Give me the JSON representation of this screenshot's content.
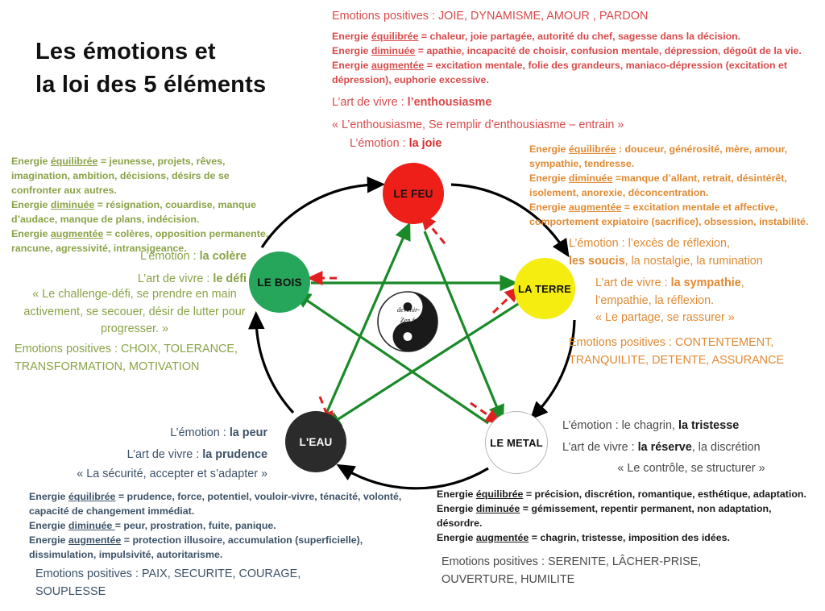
{
  "title": {
    "line1": "Les émotions et",
    "line2": "la loi des  5 éléments"
  },
  "logo": {
    "name": "yin-yang",
    "line1": "devenir-",
    "line2": "Zen.fr"
  },
  "colors": {
    "fire": "#ee1f19",
    "earth": "#f5ec10",
    "wood": "#26a65b",
    "water": "#2b2b2b",
    "metal": "#ffffff",
    "fire_text": "#d94a4a",
    "wood_text": "#8aa347",
    "earth_text": "#e08a33",
    "water_text": "#3c5268",
    "metal_text": "#4a4a4a",
    "generating_cycle": "#000000",
    "controlling_cycle_green": "#1a8a28",
    "controlling_cycle_red": "#e02020"
  },
  "nodes": {
    "fire": "LE FEU",
    "earth": "LA TERRE",
    "wood": "LE BOIS",
    "water": "L'EAU",
    "metal": "LE METAL"
  },
  "fire": {
    "emotion_prefix": "L’émotion : ",
    "emotion": "la joie",
    "positives": "Emotions positives : JOIE, DYNAMISME, AMOUR , PARDON",
    "energy": [
      {
        "label": "Energie ",
        "key": "équilibrée",
        "text": " = chaleur, joie partagée, autorité du chef, sagesse dans la décision."
      },
      {
        "label": "Energie ",
        "key": "diminuée",
        "text": " = apathie, incapacité de choisir, confusion mentale, dépression, dégoût de la vie."
      },
      {
        "label": "Energie ",
        "key": "augmentée",
        "text": " = excitation mentale, folie des grandeurs, maniaco-dépression (excitation et dépression), euphorie excessive."
      }
    ],
    "art_prefix": "L’art de vivre : ",
    "art": "l’enthousiasme",
    "quote": "« L’enthousiasme, Se remplir d’enthousiasme – entrain »"
  },
  "wood": {
    "energy": [
      {
        "label": "Energie ",
        "key": "équilibrée",
        "text": " = jeunesse, projets, rêves, imagination, ambition, décisions, désirs de se confronter aux autres."
      },
      {
        "label": "Energie ",
        "key": "diminuée",
        "text": " = résignation, couardise, manque d’audace, manque de plans, indécision."
      },
      {
        "label": "Energie ",
        "key": "augmentée",
        "text": " = colères, opposition permanente, rancune, agressivité, intransigeance."
      }
    ],
    "emotion_prefix": "L’émotion : ",
    "emotion": "la colère",
    "art_prefix": "L’art de vivre : ",
    "art": "le défi",
    "quote": "« Le challenge-défi, se prendre en main activement, se secouer, désir de lutter pour progresser. »",
    "positives_line1": "Emotions positives : CHOIX, TOLERANCE,",
    "positives_line2": "TRANSFORMATION, MOTIVATION"
  },
  "earth": {
    "energy": [
      {
        "label": "Energie ",
        "key": "équilibrée",
        "text": " : douceur, générosité, mère, amour, sympathie, tendresse."
      },
      {
        "label": "Energie ",
        "key": "diminuée",
        "text": " =manque d’allant, retrait, désintérêt, isolement, anorexie, déconcentration."
      },
      {
        "label": "Energie ",
        "key": "augmentée",
        "text": " = excitation mentale et affective, comportement expiatoire (sacrifice), obsession, instabilité."
      }
    ],
    "emotion_line1": "L’émotion : l’excès de réflexion,",
    "emotion_bold": "les soucis",
    "emotion_rest": ", la nostalgie, la rumination",
    "art_prefix": "L’art de vivre : ",
    "art": "la sympathie",
    "art_rest": ",",
    "art_line2": "l’empathie, la réflexion.",
    "quote": "« Le partage, se rassurer »",
    "positives_line1": "Emotions positives : CONTENTEMENT,",
    "positives_line2": "TRANQUILITE, DETENTE, ASSURANCE"
  },
  "water": {
    "emotion_prefix": "L’émotion : ",
    "emotion": "la peur",
    "art_prefix": "L’art de vivre : ",
    "art": "la prudence",
    "quote": "« La sécurité, accepter et s’adapter »",
    "energy": [
      {
        "label": "Energie ",
        "key": "équilibrée",
        "text": " = prudence, force, potentiel, vouloir-vivre, ténacité, volonté, capacité de changement immédiat."
      },
      {
        "label": "Energie ",
        "key": "diminuée ",
        "text": "= peur, prostration, fuite, panique."
      },
      {
        "label": "Energie ",
        "key": "augmentée",
        "text": " = protection illusoire, accumulation (superficielle), dissimulation, impulsivité, autoritarisme."
      }
    ],
    "positives_line1": "Emotions positives : PAIX, SECURITE, COURAGE,",
    "positives_line2": "SOUPLESSE"
  },
  "metal": {
    "emotion_prefix": "L’émotion : le chagrin, ",
    "emotion": "la tristesse",
    "art_prefix": "L’art de vivre : ",
    "art": "la réserve",
    "art_rest": ", la discrétion",
    "quote": "« Le contrôle, se structurer »",
    "energy": [
      {
        "label": "Energie ",
        "key": "équilibrée",
        "text": " = précision, discrétion, romantique, esthétique, adaptation."
      },
      {
        "label": "Energie ",
        "key": "diminuée",
        "text": " = gémissement, repentir permanent, non adaptation, désordre."
      },
      {
        "label": "Energie ",
        "key": "augmentée",
        "text": " = chagrin, tristesse, imposition des idées."
      }
    ],
    "positives_line1": "Emotions positives  : SERENITE, LÂCHER-PRISE,",
    "positives_line2": "OUVERTURE, HUMILITE"
  }
}
